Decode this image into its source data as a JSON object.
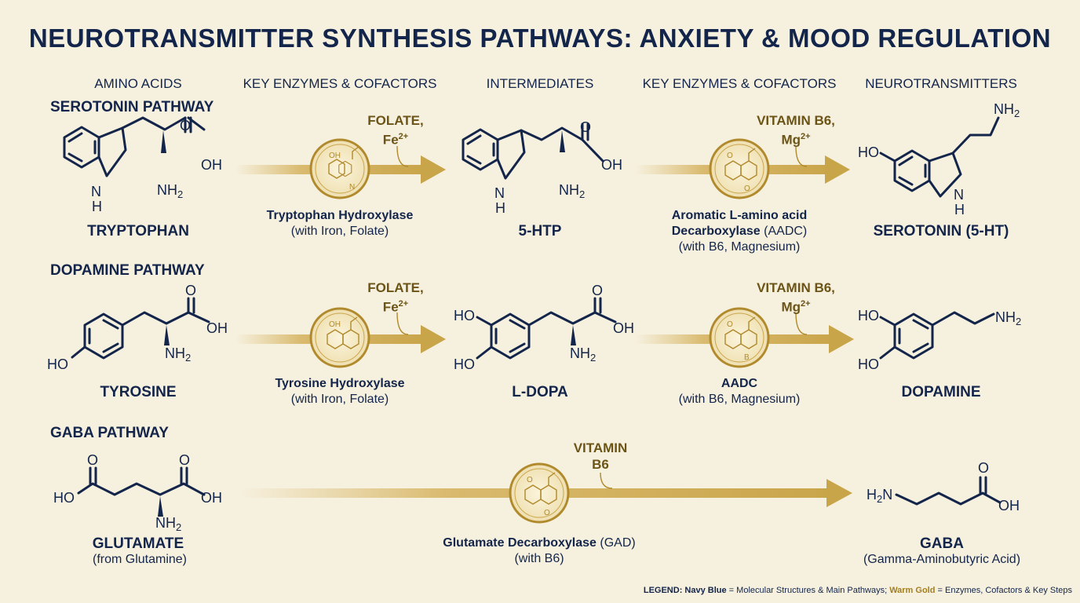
{
  "title": "NEUROTRANSMITTER SYNTHESIS PATHWAYS: ANXIETY & MOOD REGULATION",
  "columns": [
    "AMINO ACIDS",
    "KEY ENZYMES & COFACTORS",
    "INTERMEDIATES",
    "KEY ENZYMES & COFACTORS",
    "NEUROTRANSMITTERS"
  ],
  "pathways": {
    "serotonin": {
      "label": "SEROTONIN PATHWAY",
      "precursor": "TRYPTOPHAN",
      "enzyme1": {
        "name": "Tryptophan Hydroxylase",
        "detail": "(with Iron, Folate)",
        "cofactor_line1": "FOLATE,",
        "cofactor_line2": "Fe",
        "cofactor_sup": "2+"
      },
      "intermediate": "5-HTP",
      "enzyme2": {
        "name_line1": "Aromatic L-amino acid",
        "name_line2_bold": "Decarboxylase",
        "name_line2_rest": " (AADC)",
        "detail": "(with B6, Magnesium)",
        "cofactor_line1": "VITAMIN B6,",
        "cofactor_line2": "Mg",
        "cofactor_sup": "2+"
      },
      "product": "SEROTONIN (5-HT)"
    },
    "dopamine": {
      "label": "DOPAMINE PATHWAY",
      "precursor": "TYROSINE",
      "enzyme1": {
        "name": "Tyrosine Hydroxylase",
        "detail": "(with Iron, Folate)",
        "cofactor_line1": "FOLATE,",
        "cofactor_line2": "Fe",
        "cofactor_sup": "2+"
      },
      "intermediate": "L-DOPA",
      "enzyme2": {
        "name": "AADC",
        "detail": "(with B6, Magnesium)",
        "cofactor_line1": "VITAMIN B6,",
        "cofactor_line2": "Mg",
        "cofactor_sup": "2+"
      },
      "product": "DOPAMINE"
    },
    "gaba": {
      "label": "GABA PATHWAY",
      "precursor": "GLUTAMATE",
      "precursor_sub": "(from Glutamine)",
      "enzyme": {
        "name_bold": "Glutamate Decarboxylase",
        "name_rest": " (GAD)",
        "detail": "(with B6)",
        "cofactor_line1": "VITAMIN",
        "cofactor_line2": "B6"
      },
      "product": "GABA",
      "product_sub": "(Gamma-Aminobutyric Acid)"
    }
  },
  "atoms": {
    "O": "O",
    "OH": "OH",
    "HO": "HO",
    "NH2": "NH",
    "sub2": "2",
    "H2N": "H",
    "N": "N",
    "H": "H"
  },
  "enzyme_icon_atoms": {
    "OH": "OH",
    "N": "N",
    "O": "O",
    "B": "B"
  },
  "legend": {
    "prefix": "LEGEND:",
    "navy_label": "Navy Blue",
    "navy_text": " = Molecular Structures & Main Pathways; ",
    "gold_label": "Warm Gold",
    "gold_text": " = Enzymes, Cofactors & Key Steps"
  },
  "colors": {
    "navy": "#13254a",
    "gold": "#c9a54a",
    "dark_gold": "#6b5416",
    "background": "#f6f0de"
  }
}
